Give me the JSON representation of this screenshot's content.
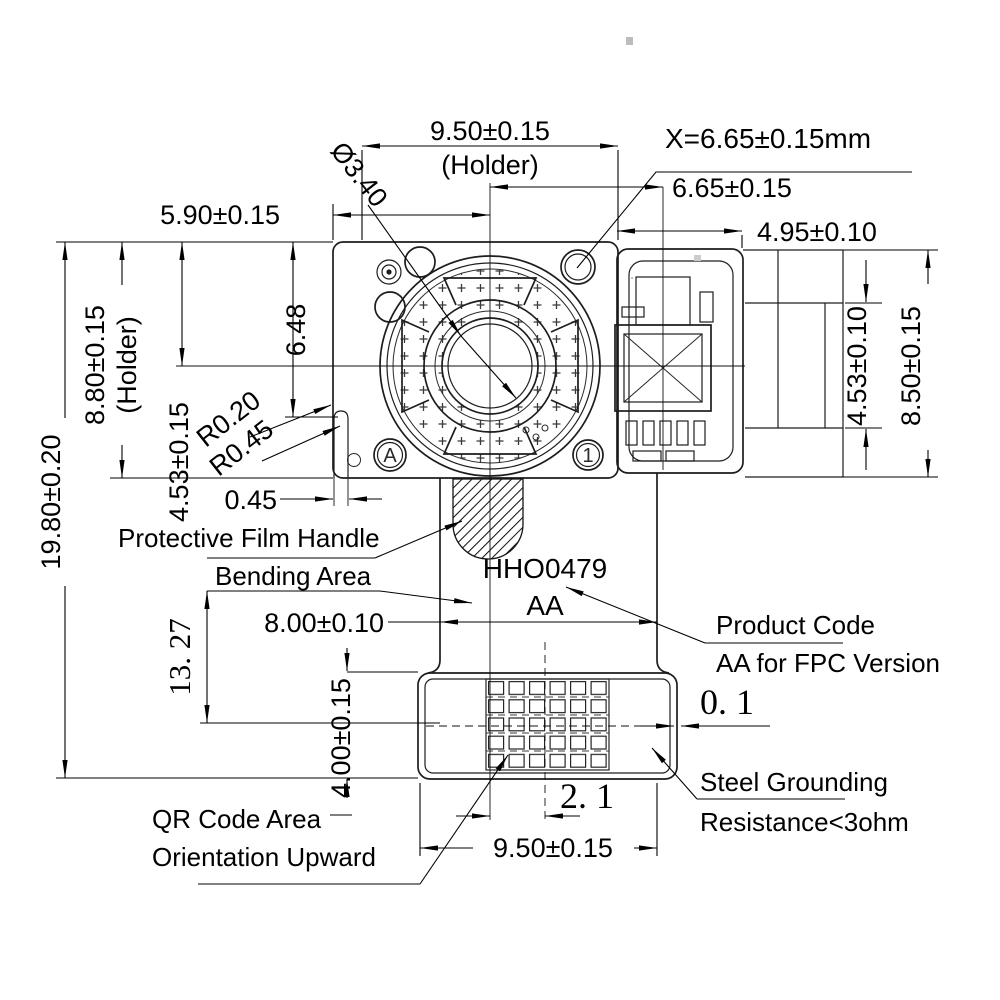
{
  "drawing": {
    "part": {
      "product_code": "HHO0479",
      "fpc_version": "AA",
      "mark_a": "A",
      "mark_1": "1"
    },
    "dims": {
      "w950_top": "9.50±0.15",
      "holder_note_top": "(Holder)",
      "dia340": "Ø3.40",
      "x_total": "X=6.65±0.15mm",
      "d665": "6.65±0.15",
      "d590": "5.90±0.15",
      "d495": "4.95±0.10",
      "d880": "8.80±0.15",
      "holder_note_left": "(Holder)",
      "d1980": "19.80±0.20",
      "d648": "6.48",
      "d453_left": "4.53±0.15",
      "r020": "R0.20",
      "r045": "R0.45",
      "d045": "0.45",
      "d800": "8.00±0.10",
      "d1327": "13. 27",
      "d400": "4.00±0.15",
      "d01": "0. 1",
      "d21": "2. 1",
      "w950_bottom": "9.50±0.15",
      "d453_right": "4.53±0.10",
      "d850": "8.50±0.15"
    },
    "labels": {
      "protective": "Protective Film Handle",
      "bending": "Bending Area",
      "product_code_label": "Product Code",
      "aa_fpc": "AA for FPC Version",
      "steel_1": "Steel Grounding",
      "steel_2": "Resistance<3ohm",
      "qr_area": "QR Code Area",
      "orientation": "Orientation Upward"
    },
    "colors": {
      "line": "#1d1d1d",
      "background": "#ffffff"
    }
  }
}
